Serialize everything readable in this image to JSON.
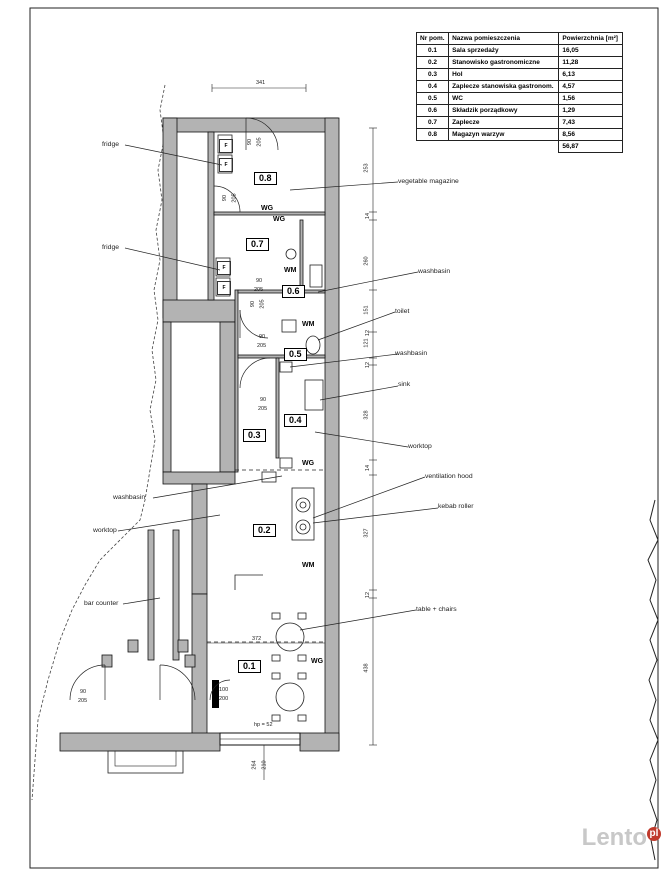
{
  "table": {
    "headers": [
      "Nr pom.",
      "Nazwa pomieszczenia",
      "Powierzchnia [m²]"
    ],
    "rows": [
      [
        "0.1",
        "Sala sprzedaży",
        "16,05"
      ],
      [
        "0.2",
        "Stanowisko gastronomiczne",
        "11,28"
      ],
      [
        "0.3",
        "Hol",
        "6,13"
      ],
      [
        "0.4",
        "Zaplecze stanowiska gastronom.",
        "4,57"
      ],
      [
        "0.5",
        "WC",
        "1,56"
      ],
      [
        "0.6",
        "Składzik porządkowy",
        "1,29"
      ],
      [
        "0.7",
        "Zaplecze",
        "7,43"
      ],
      [
        "0.8",
        "Magazyn warzyw",
        "8,56"
      ]
    ],
    "total": "56,87"
  },
  "rooms": [
    "0.8",
    "0.7",
    "0.6",
    "0.5",
    "0.4",
    "0.3",
    "0.2",
    "0.1"
  ],
  "callouts": {
    "fridge_1": "fridge",
    "fridge_2": "fridge",
    "vegetable_magazine": "vegetable magazine",
    "washbasin_1": "washbasin",
    "toilet": "toilet",
    "washbasin_2": "washbasin",
    "sink": "sink",
    "worktop_1": "worktop",
    "ventilation_hood": "ventilation hood",
    "kebab_roller": "kebab roller",
    "washbasin_3": "washbasin",
    "worktop_2": "worktop",
    "bar_counter": "bar counter",
    "table_chairs": "table + chairs"
  },
  "dimensions": {
    "top_width": "341",
    "width_372": "372",
    "hp": "hp = 52",
    "bottom_264": "264",
    "bottom_210": "210",
    "side": [
      "253",
      "14",
      "260",
      "151",
      "12",
      "121",
      "12",
      "328",
      "14",
      "327",
      "12",
      "438"
    ]
  },
  "door_marks": {
    "d1": "90",
    "d1b": "205",
    "d2": "90",
    "d2b": "205",
    "d3": "90",
    "d3b": "205",
    "d4": "90",
    "d4b": "205",
    "d5": "90",
    "d5b": "205",
    "d6": "90",
    "d6b": "205",
    "d7": "90",
    "d7b": "205",
    "win1": "100",
    "win2": "200"
  },
  "fixtures": {
    "wg1": "WG",
    "wg2": "WG",
    "wg3": "WG",
    "wg4": "WG",
    "wm1": "WM",
    "wm2": "WM",
    "wm3": "WM",
    "f": "F"
  },
  "watermark": {
    "text": "Lento",
    "suffix": "pl"
  },
  "colors": {
    "wall": "#b3b3b3",
    "line": "#111111"
  }
}
